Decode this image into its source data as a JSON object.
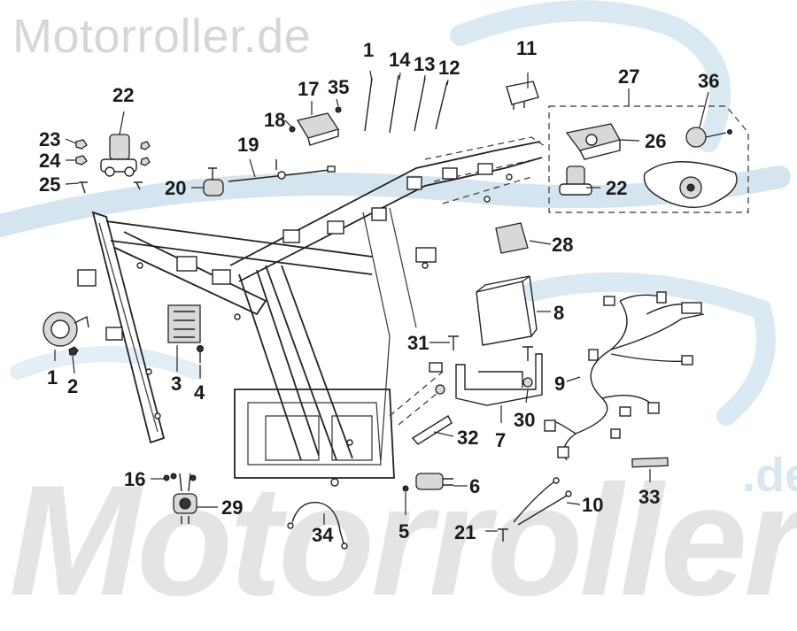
{
  "watermark": {
    "top_text": "Motorroller.de",
    "bottom_text": "Motorroller",
    "corner_text": ".de"
  },
  "colors": {
    "watermark_swoosh": "#cfe0ec",
    "line_art": "#222222",
    "label_text": "#1a1a1a"
  },
  "callouts": {
    "c1a": "1",
    "c1b": "1",
    "c2": "2",
    "c3": "3",
    "c4": "4",
    "c5": "5",
    "c6": "6",
    "c7": "7",
    "c8": "8",
    "c9": "9",
    "c10": "10",
    "c11": "11",
    "c12": "12",
    "c13": "13",
    "c14": "14",
    "c16": "16",
    "c17": "17",
    "c18": "18",
    "c19": "19",
    "c20": "20",
    "c21": "21",
    "c22a": "22",
    "c22b": "22",
    "c23": "23",
    "c24": "24",
    "c25": "25",
    "c26": "26",
    "c27": "27",
    "c28": "28",
    "c29": "29",
    "c30": "30",
    "c31": "31",
    "c32": "32",
    "c33": "33",
    "c34": "34",
    "c35": "35",
    "c36": "36"
  }
}
